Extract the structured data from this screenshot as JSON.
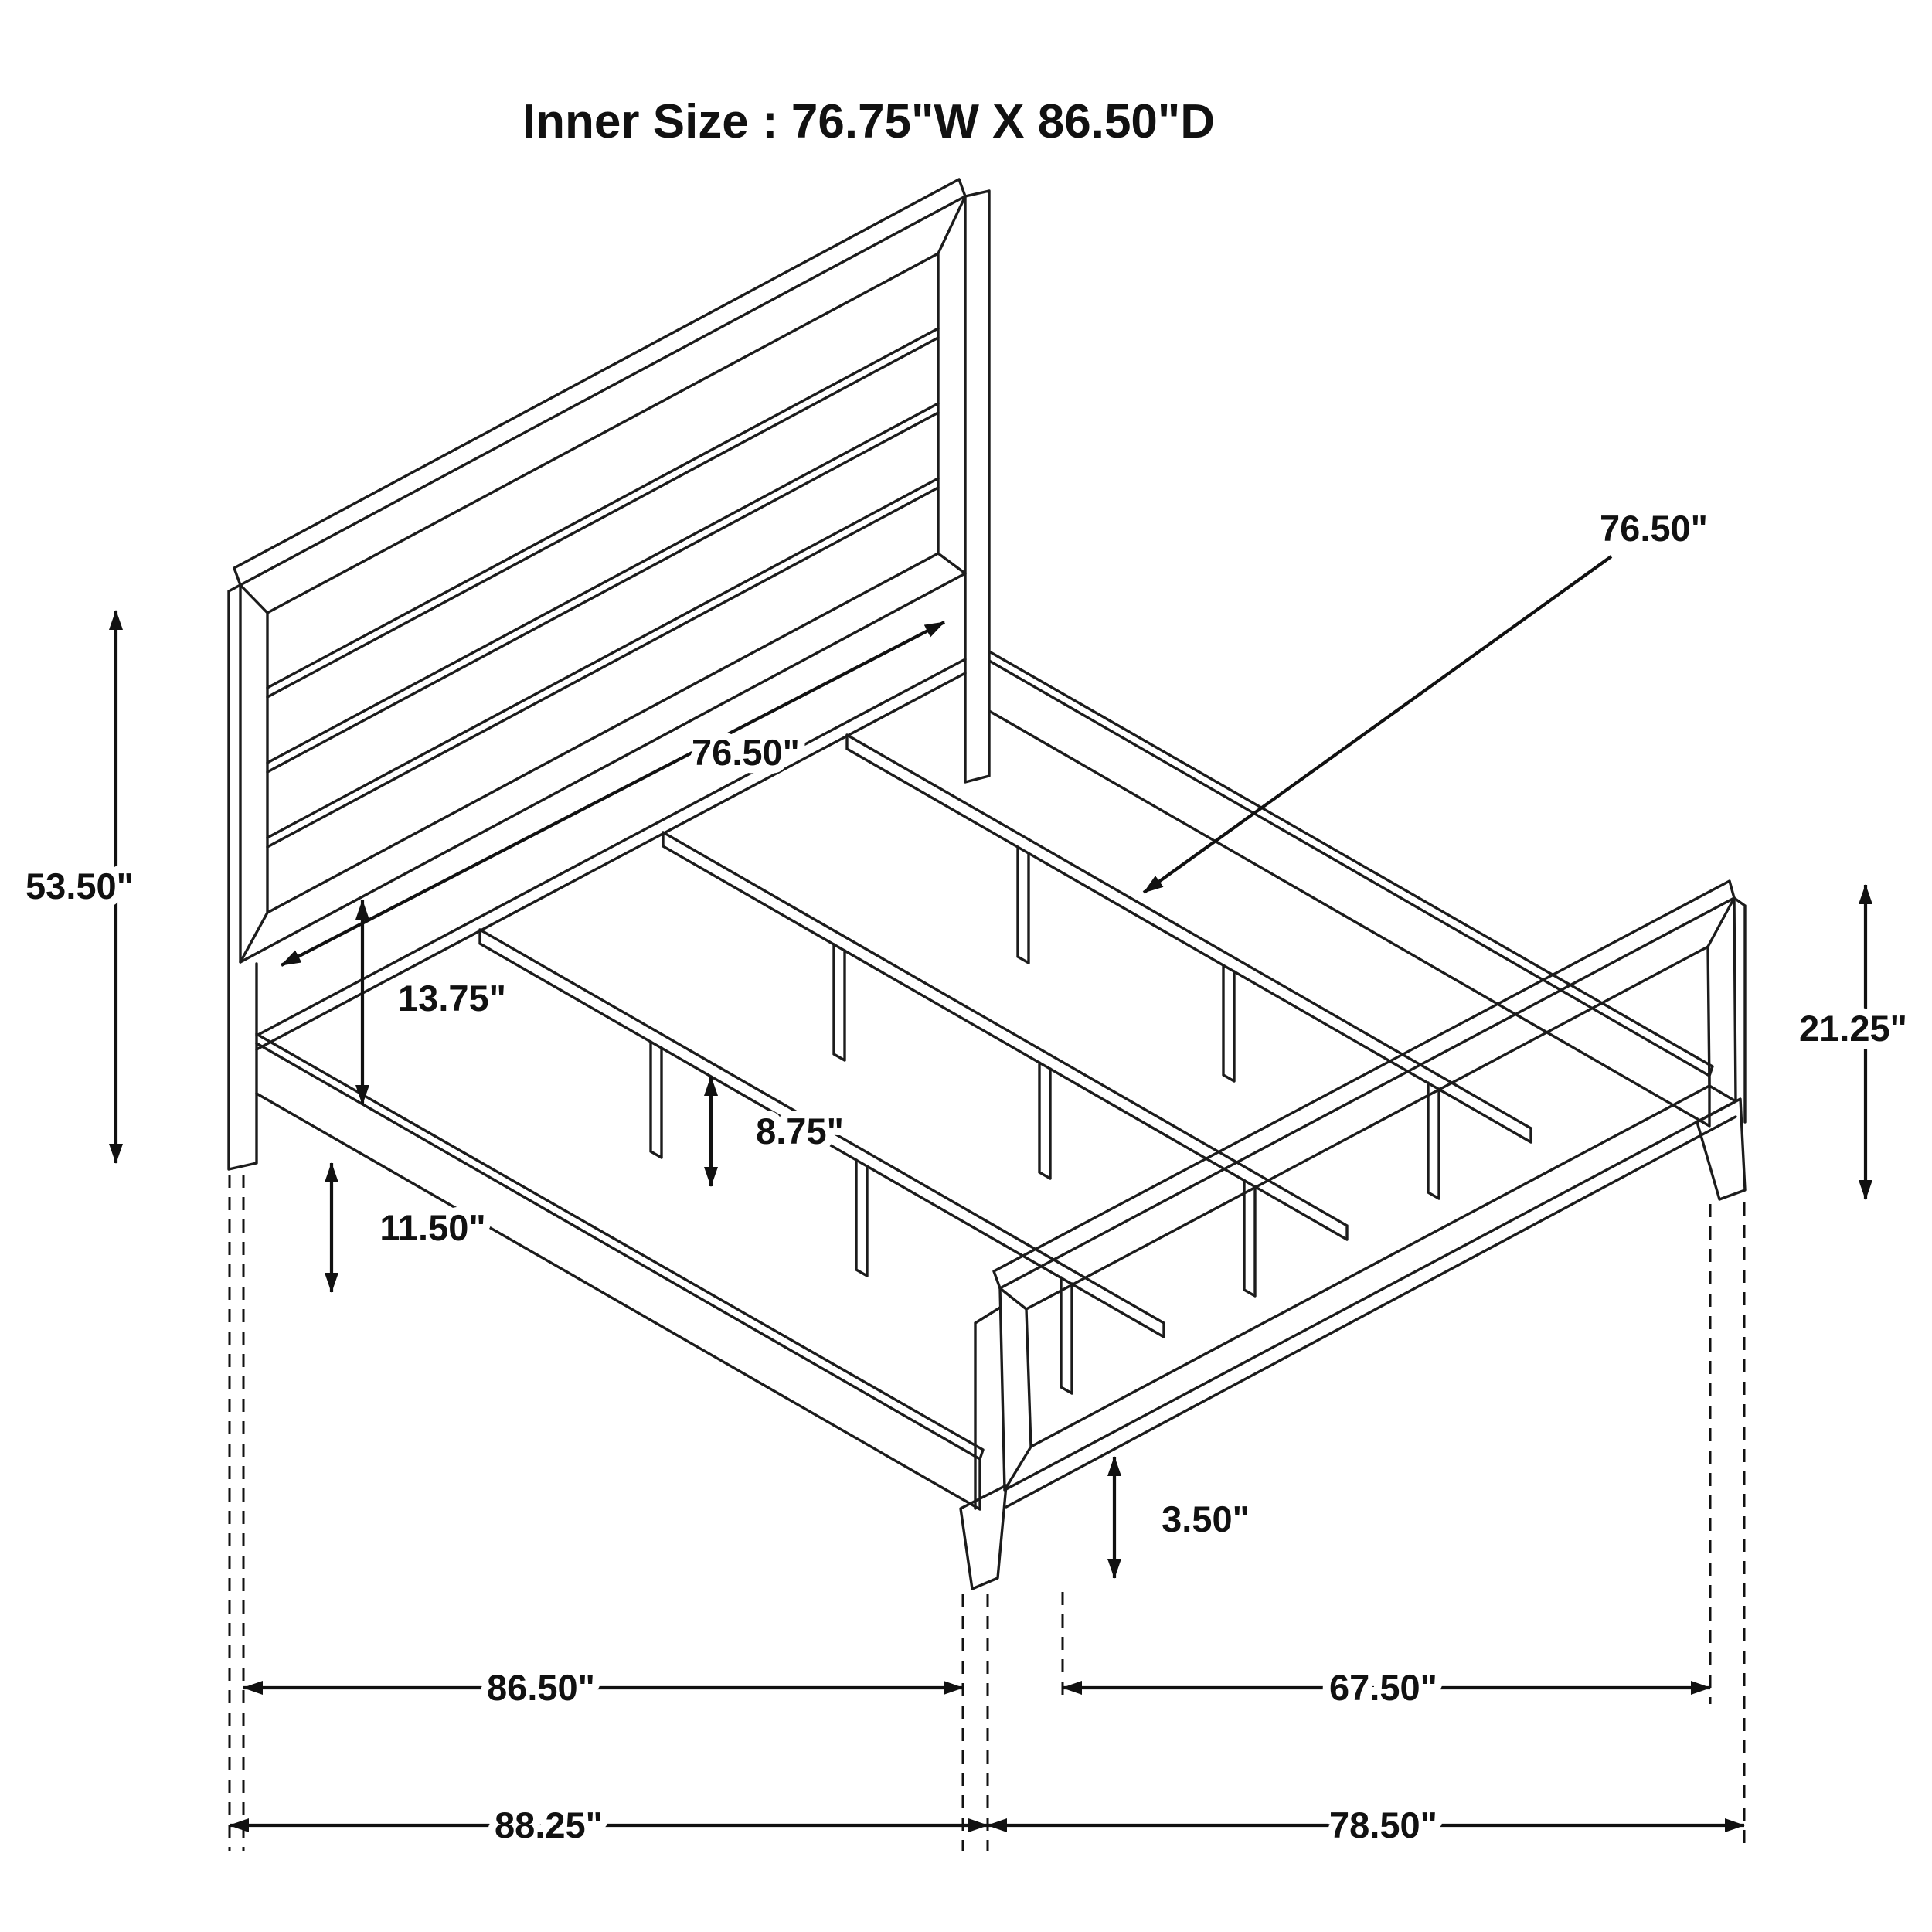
{
  "title": "Inner Size : 76.75\"W X 86.50\"D",
  "diagram": {
    "subject": "bed-frame-isometric-dimension-drawing",
    "dims": {
      "headboard_height": "53.50\"",
      "inner_width_headboard": "76.50\"",
      "inner_width_rail": "76.50\"",
      "panel_to_rail_gap": "13.75\"",
      "rail_floor_clearance": "11.50\"",
      "support_leg_height": "8.75\"",
      "footboard_height": "21.25\"",
      "foot_height": "3.50\"",
      "side_rail_length": "86.50\"",
      "footboard_inner_span": "67.50\"",
      "overall_depth": "88.25\"",
      "overall_width": "78.50\""
    }
  }
}
